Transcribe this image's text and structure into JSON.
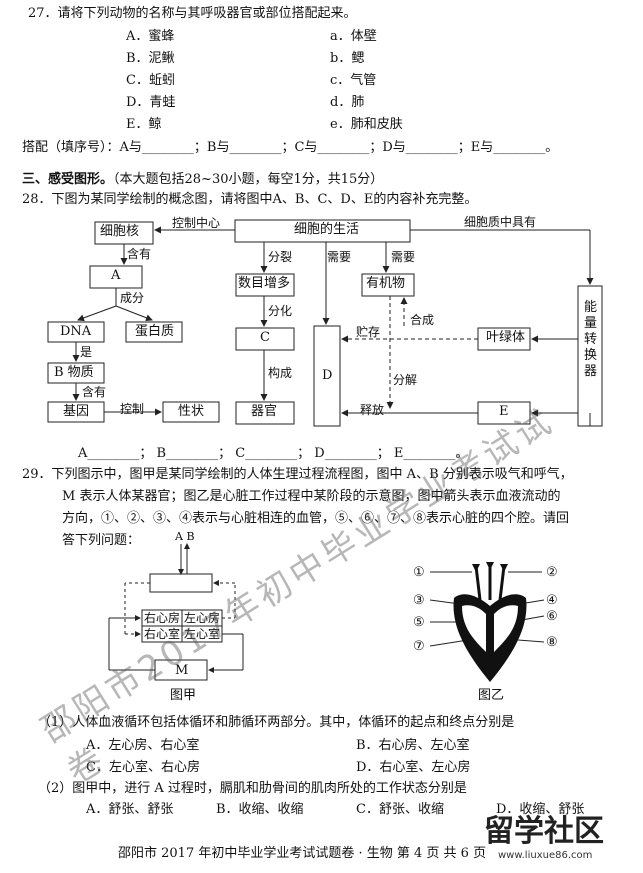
{
  "q27": {
    "stem": "27．请将下列动物的名称与其呼吸器官或部位搭配起来。",
    "left_items": [
      "A．蜜蜂",
      "B．泥鳅",
      "C．蚯蚓",
      "D．青蛙",
      "E．鲸"
    ],
    "right_items": [
      "a．体壁",
      "b．鳃",
      "c．气管",
      "d．肺",
      "e．肺和皮肤"
    ],
    "match_line": "搭配（填序号）：A与________；B与________；C与________；D与________；E与________。"
  },
  "section3": {
    "title": "三、感受图形。",
    "note": "（本大题包括28~30小题，每空1分，共15分）"
  },
  "q28": {
    "stem": "28．下图为某同学绘制的概念图，请将图中A、B、C、D、E的内容补充完整。",
    "nodes": {
      "xibaohe": "细胞核",
      "life": "细胞的生活",
      "A": "A",
      "dna": "DNA",
      "protein": "蛋白质",
      "B": "B 物质",
      "gene": "基因",
      "trait": "性状",
      "count": "数目增多",
      "C": "C",
      "organ": "器官",
      "D": "D",
      "organic": "有机物",
      "chloro": "叶绿体",
      "E": "E",
      "energy": "能量转换器"
    },
    "edge_labels": {
      "control_center": "控制中心",
      "contains": "含有",
      "component": "成分",
      "is": "是",
      "contains2": "含有",
      "control": "控制",
      "split": "分裂",
      "diff": "分化",
      "form": "构成",
      "need1": "需要",
      "need2": "需要",
      "store": "贮存",
      "synth": "合成",
      "decomp": "分解",
      "release": "释放",
      "cytoplasm": "细胞质中具有"
    },
    "answer_line": "A________；  B________；  C________；  D________；  E________。"
  },
  "q29": {
    "stem": [
      "29．下列图示中，图甲是某同学绘制的人体生理过程流程图，图中 A、B 分别表示吸气和呼气，",
      "M 表示人体某器官；图乙是心脏工作过程中某阶段的示意图，图中箭头表示血液流动的",
      "方向，①、②、③、④表示与心脏相连的血管，⑤、⑥、⑦、⑧表示心脏的四个腔。请回",
      "答下列问题："
    ],
    "fig_a": {
      "ab": "A B",
      "ra": "右心房",
      "la": "左心房",
      "rv": "右心室",
      "lv": "左心室",
      "m": "M",
      "caption": "图甲"
    },
    "fig_b": {
      "left_marks": [
        "①",
        "③",
        "⑤",
        "⑦"
      ],
      "right_marks": [
        "②",
        "④",
        "⑥",
        "⑧"
      ],
      "caption": "图乙"
    },
    "sub1": {
      "stem": "（1）人体血液循环包括体循环和肺循环两部分。其中，体循环的起点和终点分别是",
      "options": [
        "A．左心房、右心室",
        "B．右心房、左心室",
        "C．左心室、右心房",
        "D．右心室、左心房"
      ]
    },
    "sub2": {
      "stem": "（2）图甲中，进行 A 过程时，膈肌和肋骨间的肌肉所处的工作状态分别是",
      "options": [
        "A．舒张、舒张",
        "B．收缩、收缩",
        "C．舒张、收缩",
        "D．收缩、舒张"
      ]
    }
  },
  "footer": "邵阳市 2017 年初中毕业学业考试试题卷 · 生物    第 4 页    共 6 页",
  "watermark": "邵阳市2017年初中毕业学业考试试卷",
  "logo": {
    "main": "留学社区",
    "sub": "www.liuxue86.com"
  }
}
